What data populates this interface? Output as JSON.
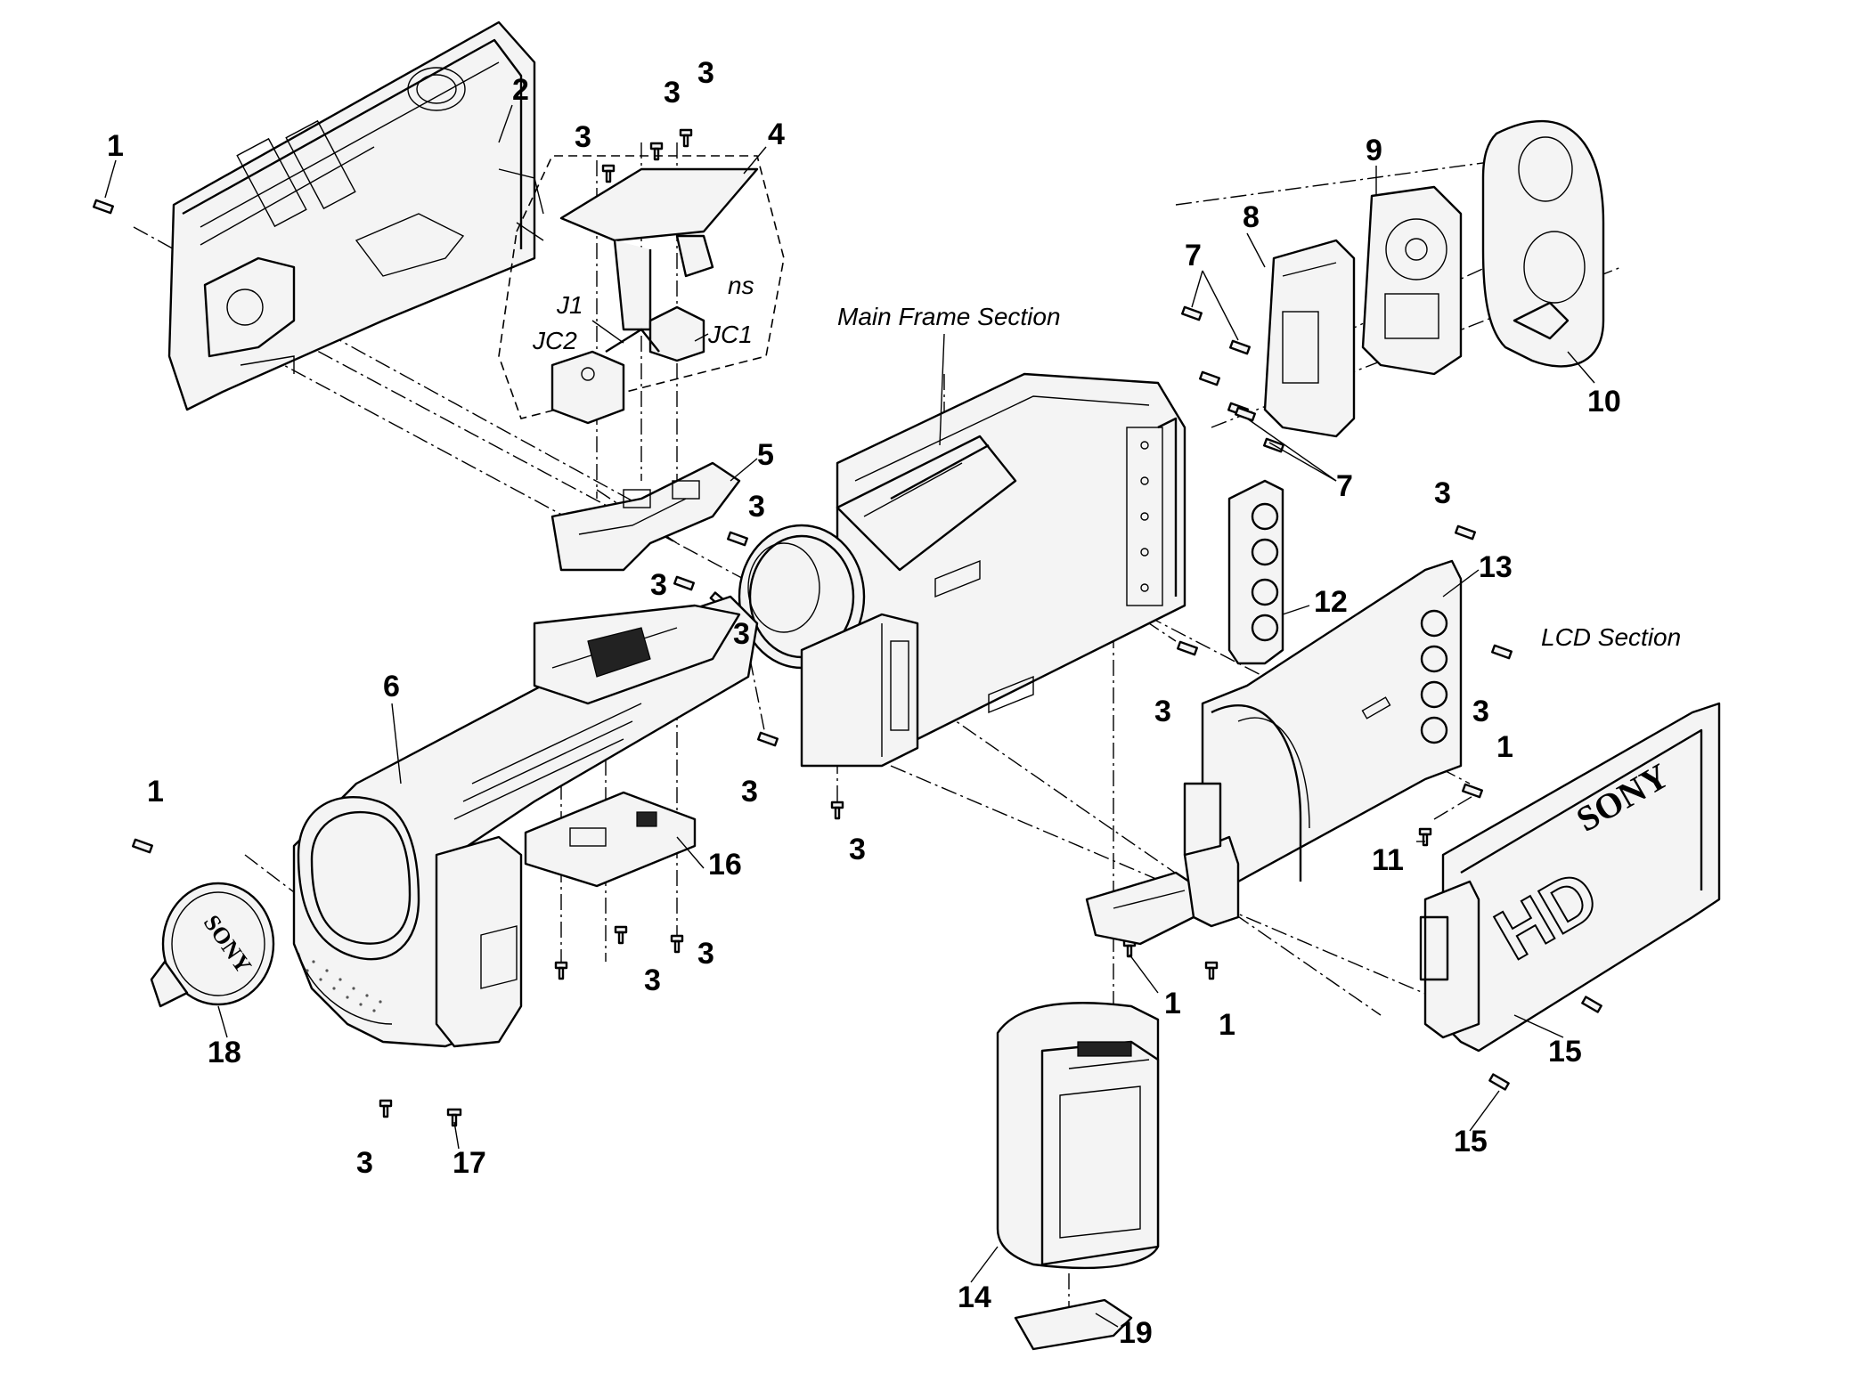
{
  "sections": {
    "main_frame": "Main Frame Section",
    "lcd": "LCD Section"
  },
  "connectors": {
    "j1": "J1",
    "jc1": "JC1",
    "jc2": "JC2",
    "ns": "ns"
  },
  "brand_marks": {
    "lens_cap": "SONY",
    "lcd_panel": "SONY",
    "lcd_logo": "HD"
  },
  "callouts": [
    {
      "id": "c1a",
      "label": "1"
    },
    {
      "id": "c2",
      "label": "2"
    },
    {
      "id": "c3a",
      "label": "3"
    },
    {
      "id": "c3b",
      "label": "3"
    },
    {
      "id": "c3c",
      "label": "3"
    },
    {
      "id": "c4",
      "label": "4"
    },
    {
      "id": "c8",
      "label": "8"
    },
    {
      "id": "c9",
      "label": "9"
    },
    {
      "id": "c7a",
      "label": "7"
    },
    {
      "id": "c10",
      "label": "10"
    },
    {
      "id": "c7b",
      "label": "7"
    },
    {
      "id": "c5",
      "label": "5"
    },
    {
      "id": "c3d",
      "label": "3"
    },
    {
      "id": "c3e",
      "label": "3"
    },
    {
      "id": "c3f",
      "label": "3"
    },
    {
      "id": "c3g",
      "label": "3"
    },
    {
      "id": "c13",
      "label": "13"
    },
    {
      "id": "c12",
      "label": "12"
    },
    {
      "id": "c6",
      "label": "6"
    },
    {
      "id": "c3h",
      "label": "3"
    },
    {
      "id": "c3i",
      "label": "3"
    },
    {
      "id": "c3j",
      "label": "3"
    },
    {
      "id": "c1b",
      "label": "1"
    },
    {
      "id": "c1c",
      "label": "1"
    },
    {
      "id": "c16",
      "label": "16"
    },
    {
      "id": "c3k",
      "label": "3"
    },
    {
      "id": "c11",
      "label": "11"
    },
    {
      "id": "c3l",
      "label": "3"
    },
    {
      "id": "c3m",
      "label": "3"
    },
    {
      "id": "c1d",
      "label": "1"
    },
    {
      "id": "c1e",
      "label": "1"
    },
    {
      "id": "c18",
      "label": "18"
    },
    {
      "id": "c15a",
      "label": "15"
    },
    {
      "id": "c15b",
      "label": "15"
    },
    {
      "id": "c3n",
      "label": "3"
    },
    {
      "id": "c17",
      "label": "17"
    },
    {
      "id": "c14",
      "label": "14"
    },
    {
      "id": "c19",
      "label": "19"
    }
  ]
}
